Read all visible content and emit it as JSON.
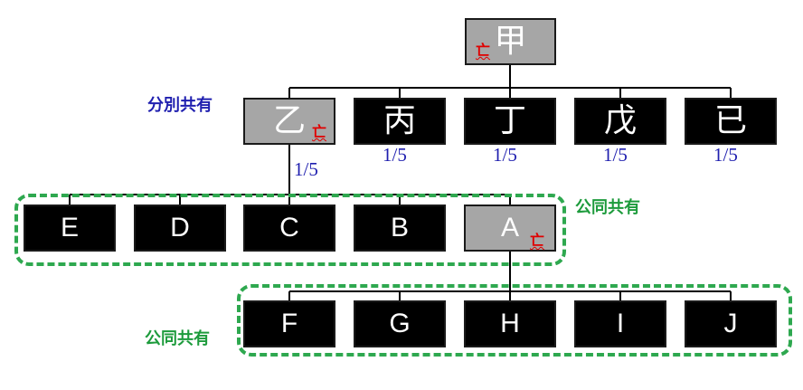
{
  "diagram": {
    "root": {
      "label": "甲",
      "deceased_mark": "亡"
    },
    "children": [
      {
        "label": "乙",
        "share": "",
        "deceased_mark": "亡"
      },
      {
        "label": "丙",
        "share": "1/5"
      },
      {
        "label": "丁",
        "share": "1/5"
      },
      {
        "label": "戊",
        "share": "1/5"
      },
      {
        "label": "已",
        "share": "1/5"
      }
    ],
    "yi_share": "1/5",
    "yi_children": [
      {
        "label": "E"
      },
      {
        "label": "D"
      },
      {
        "label": "C"
      },
      {
        "label": "B"
      },
      {
        "label": "A",
        "deceased_mark": "亡"
      }
    ],
    "a_children": [
      {
        "label": "F"
      },
      {
        "label": "G"
      },
      {
        "label": "H"
      },
      {
        "label": "I"
      },
      {
        "label": "J"
      }
    ],
    "notes": {
      "separate": "分別共有",
      "joint_upper": "公同共有",
      "joint_lower": "公同共有"
    },
    "colors": {
      "living_box": "#000000",
      "deceased_box": "#a6a6a6",
      "deceased_mark": "#e00000",
      "share_text": "#1f1faf",
      "joint_frame": "#2ea84f"
    }
  }
}
